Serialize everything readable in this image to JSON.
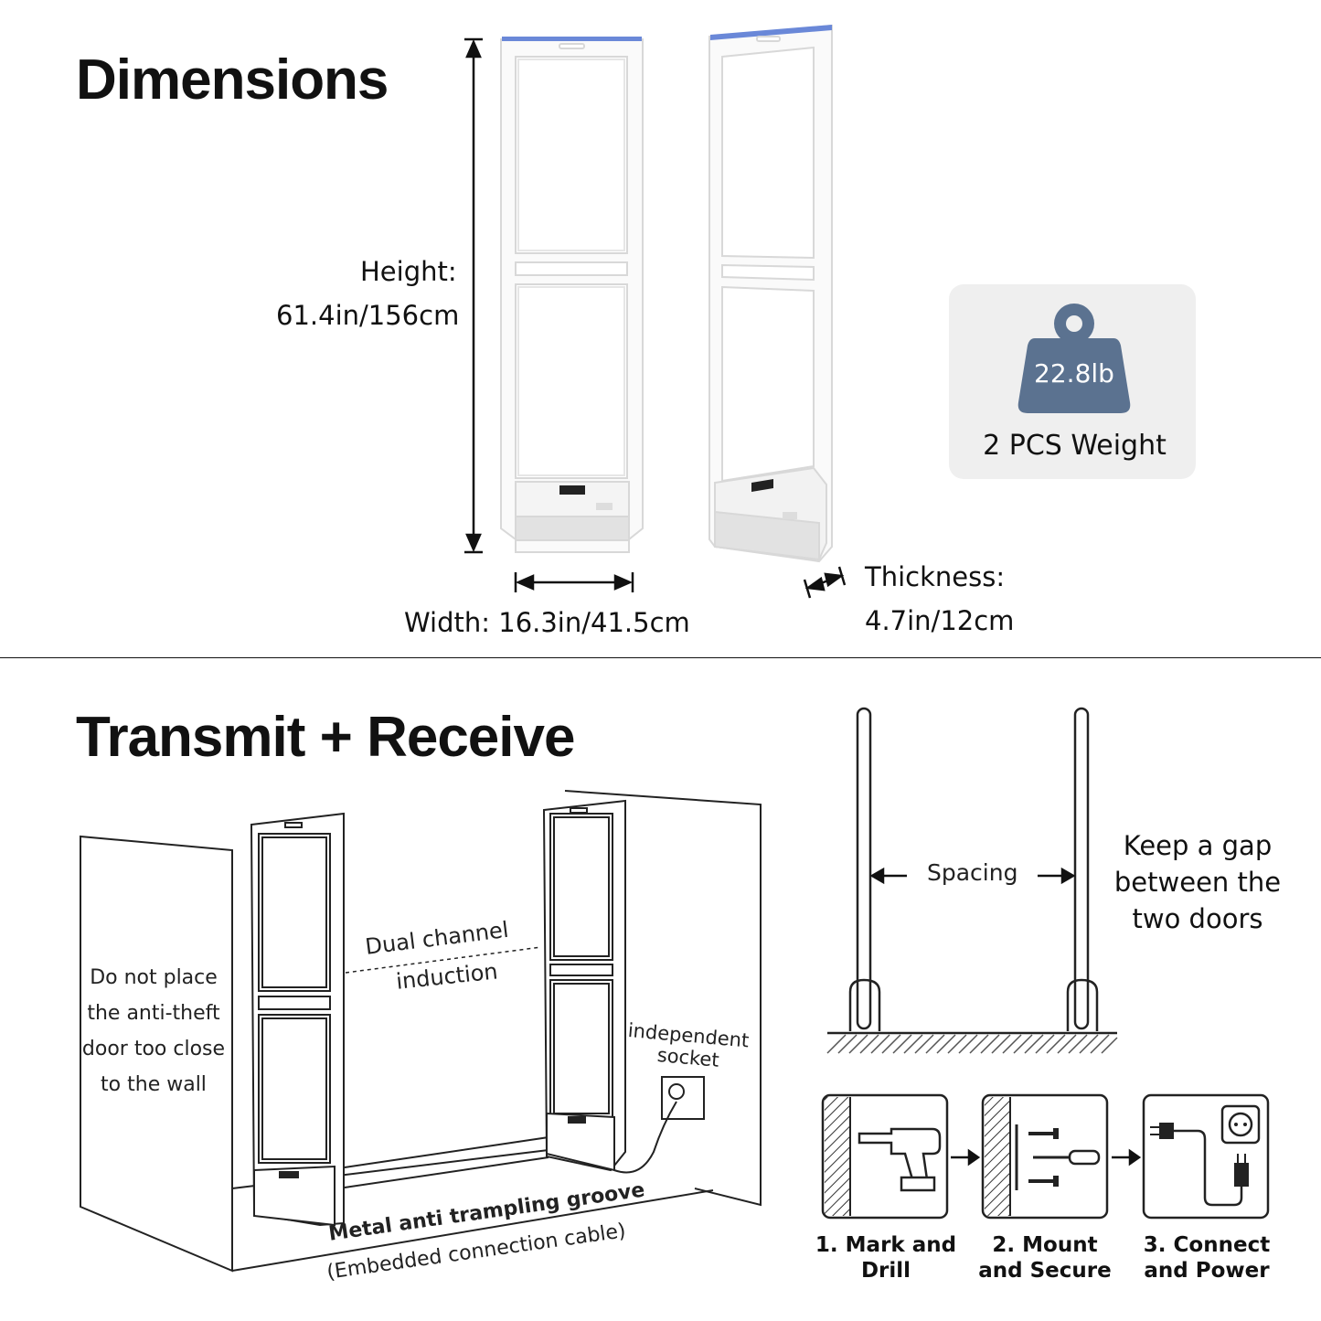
{
  "dimensions": {
    "title": "Dimensions",
    "height_label": "Height:",
    "height_value": "61.4in/156cm",
    "width_label": "Width: 16.3in/41.5cm",
    "thickness_label": "Thickness:",
    "thickness_value": "4.7in/12cm",
    "weight_value": "22.8lb",
    "weight_caption": "2 PCS Weight"
  },
  "transmit": {
    "title": "Transmit + Receive",
    "wall_warning": [
      "Do not place",
      "the anti-theft",
      "door too close",
      "to the wall"
    ],
    "dual_channel": [
      "Dual channel",
      "induction"
    ],
    "socket": [
      "independent",
      "socket"
    ],
    "groove": [
      "Metal anti trampling groove",
      "(Embedded connection cable)"
    ],
    "spacing": "Spacing",
    "gap_note": [
      "Keep a gap",
      "between the",
      "two doors"
    ]
  },
  "steps": [
    {
      "label": [
        "1. Mark and",
        "Drill"
      ],
      "icon": "drill-icon"
    },
    {
      "label": [
        "2. Mount",
        "and Secure"
      ],
      "icon": "screws-screwdriver-icon"
    },
    {
      "label": [
        "3. Connect",
        "and Power"
      ],
      "icon": "plug-socket-icon"
    }
  ],
  "colors": {
    "weight_icon": "#5b7290",
    "accent_strip": "#6a88d8",
    "card_bg": "#efefef"
  }
}
